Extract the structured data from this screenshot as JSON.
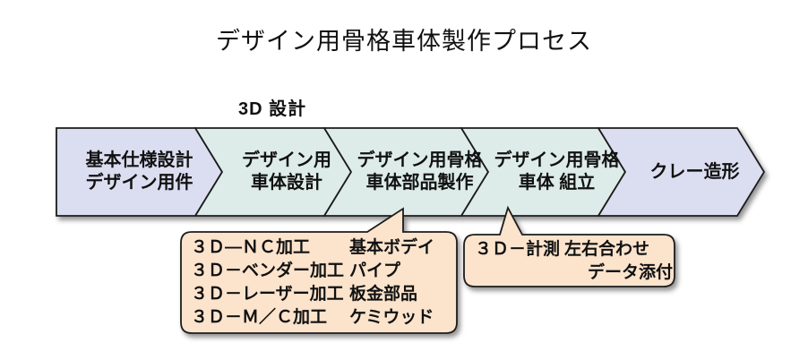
{
  "title": "デザイン用骨格車体製作プロセス",
  "phase_label": "3D 設計",
  "colors": {
    "lavender": "#dbdef0",
    "mint": "#ddece8",
    "peach": "#fbe3cc",
    "border": "#1c1c1c",
    "text": "#111111",
    "background": "#ffffff"
  },
  "chevrons": [
    {
      "line1": "基本仕様設計",
      "line2": "デザイン用件",
      "color": "#dbdef0"
    },
    {
      "line1": "デザイン用",
      "line2": "車体設計",
      "color": "#ddece8"
    },
    {
      "line1": "デザイン用骨格",
      "line2": "車体部品製作",
      "color": "#ddece8"
    },
    {
      "line1": "デザイン用骨格",
      "line2": "車体 組立",
      "color": "#ddece8"
    },
    {
      "line1": "クレー造形",
      "line2": "",
      "color": "#dbdef0"
    }
  ],
  "callouts": [
    {
      "color": "#fbe3cc",
      "rows": [
        {
          "process": "３Ｄ―ＮＣ加工",
          "result": "基本ボデイ"
        },
        {
          "process": "３Ｄ－ベンダー加工",
          "result": "パイプ"
        },
        {
          "process": "３Ｄ－レーザー加工",
          "result": "板金部品"
        },
        {
          "process": "３Ｄ－Ｍ／Ｃ加工",
          "result": "ケミウッド"
        }
      ]
    },
    {
      "color": "#fbe3cc",
      "rows": [
        {
          "process": "３Ｄ－計測",
          "result": "左右合わせ"
        },
        {
          "process": "",
          "result": "データ添付"
        }
      ]
    }
  ]
}
